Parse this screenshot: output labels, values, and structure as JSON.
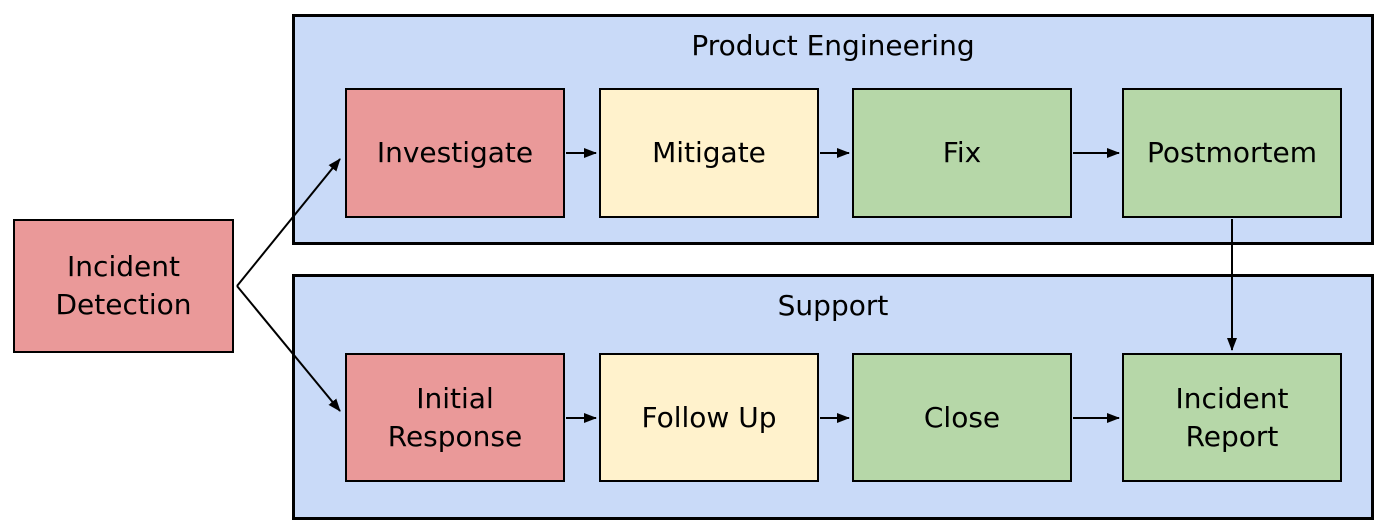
{
  "diagram": {
    "type": "flowchart-swimlanes",
    "start_node": {
      "label": "Incident\nDetection",
      "color": "#ea9999"
    },
    "lanes": [
      {
        "title": "Product Engineering",
        "steps": [
          {
            "label": "Investigate",
            "color": "#ea9999"
          },
          {
            "label": "Mitigate",
            "color": "#fff2cc"
          },
          {
            "label": "Fix",
            "color": "#b6d7a8"
          },
          {
            "label": "Postmortem",
            "color": "#b6d7a8"
          }
        ]
      },
      {
        "title": "Support",
        "steps": [
          {
            "label": "Initial\nResponse",
            "color": "#ea9999"
          },
          {
            "label": "Follow Up",
            "color": "#fff2cc"
          },
          {
            "label": "Close",
            "color": "#b6d7a8"
          },
          {
            "label": "Incident\nReport",
            "color": "#b6d7a8"
          }
        ]
      }
    ],
    "connections": [
      "Incident Detection -> Investigate",
      "Incident Detection -> Initial Response",
      "Investigate -> Mitigate",
      "Mitigate -> Fix",
      "Fix -> Postmortem",
      "Postmortem -> Incident Report",
      "Initial Response -> Follow Up",
      "Follow Up -> Close",
      "Close -> Incident Report"
    ],
    "colors": {
      "stage_red": "#ea9999",
      "stage_yellow": "#fff2cc",
      "stage_green": "#b6d7a8",
      "lane_fill": "#c9daf8",
      "border": "#000000",
      "canvas_bg": "#ffffff",
      "arrow": "#000000"
    }
  }
}
